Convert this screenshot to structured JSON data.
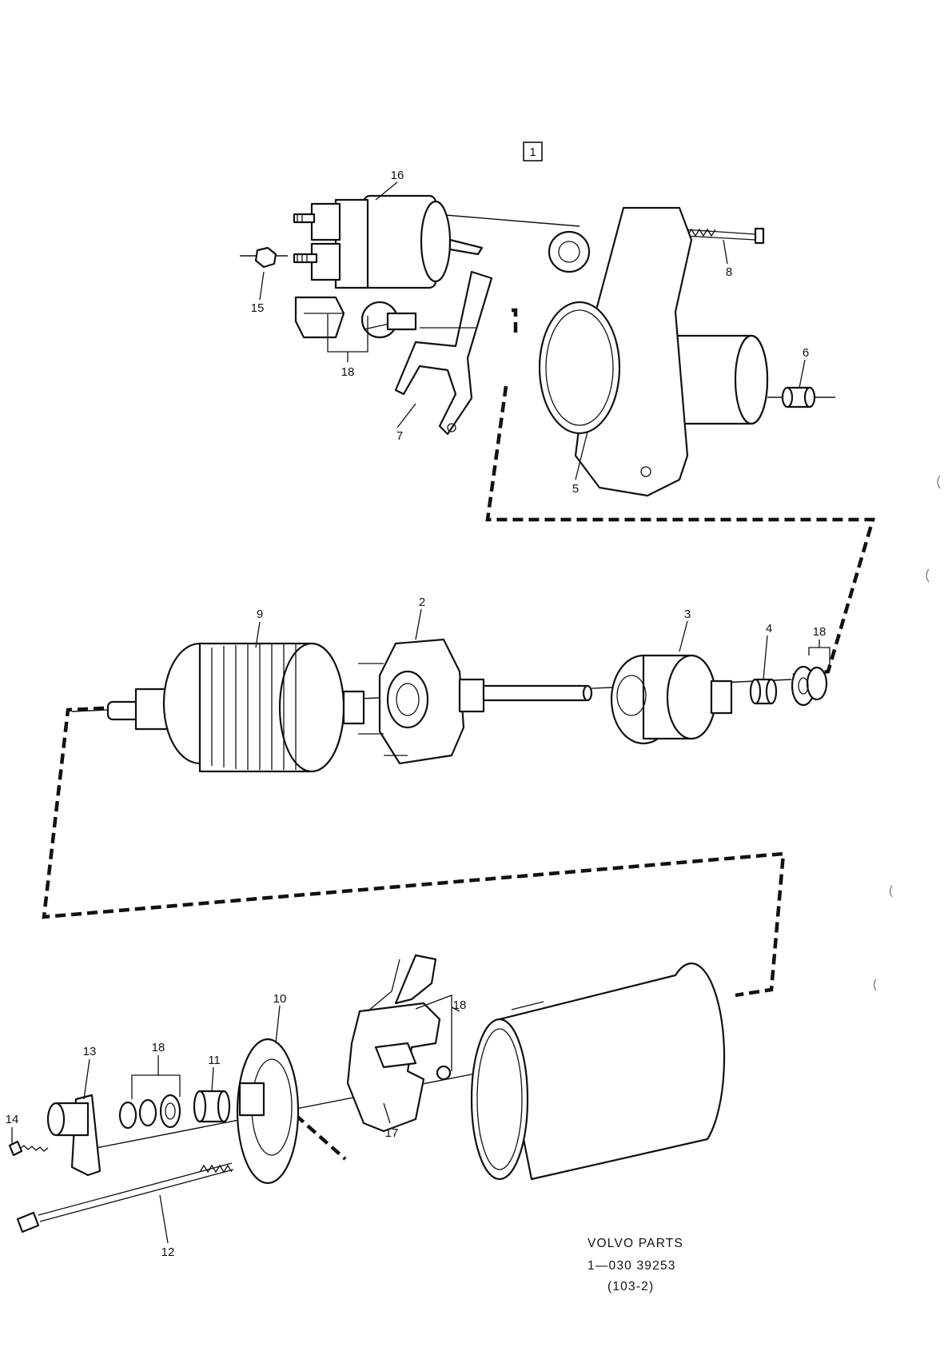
{
  "figure": {
    "number": "1"
  },
  "callouts": {
    "c16": "16",
    "c15": "15",
    "c18a": "18",
    "c7": "7",
    "c8": "8",
    "c6": "6",
    "c5": "5",
    "c9": "9",
    "c2": "2",
    "c3": "3",
    "c4": "4",
    "c18b": "18",
    "c10": "10",
    "c13": "13",
    "c18c": "18",
    "c11": "11",
    "c14": "14",
    "c12": "12",
    "c17": "17",
    "c18d": "18"
  },
  "caption": {
    "line1": "VOLVO PARTS",
    "line2": "1—030  39253",
    "line3": "(103-2)"
  },
  "icons": {
    "solenoid": "solenoid-icon",
    "housing": "drive-end-housing-icon",
    "armature": "armature-icon",
    "stator": "stator-yoke-icon",
    "pinion": "pinion-drive-icon",
    "brush_holder": "brush-holder-icon"
  }
}
